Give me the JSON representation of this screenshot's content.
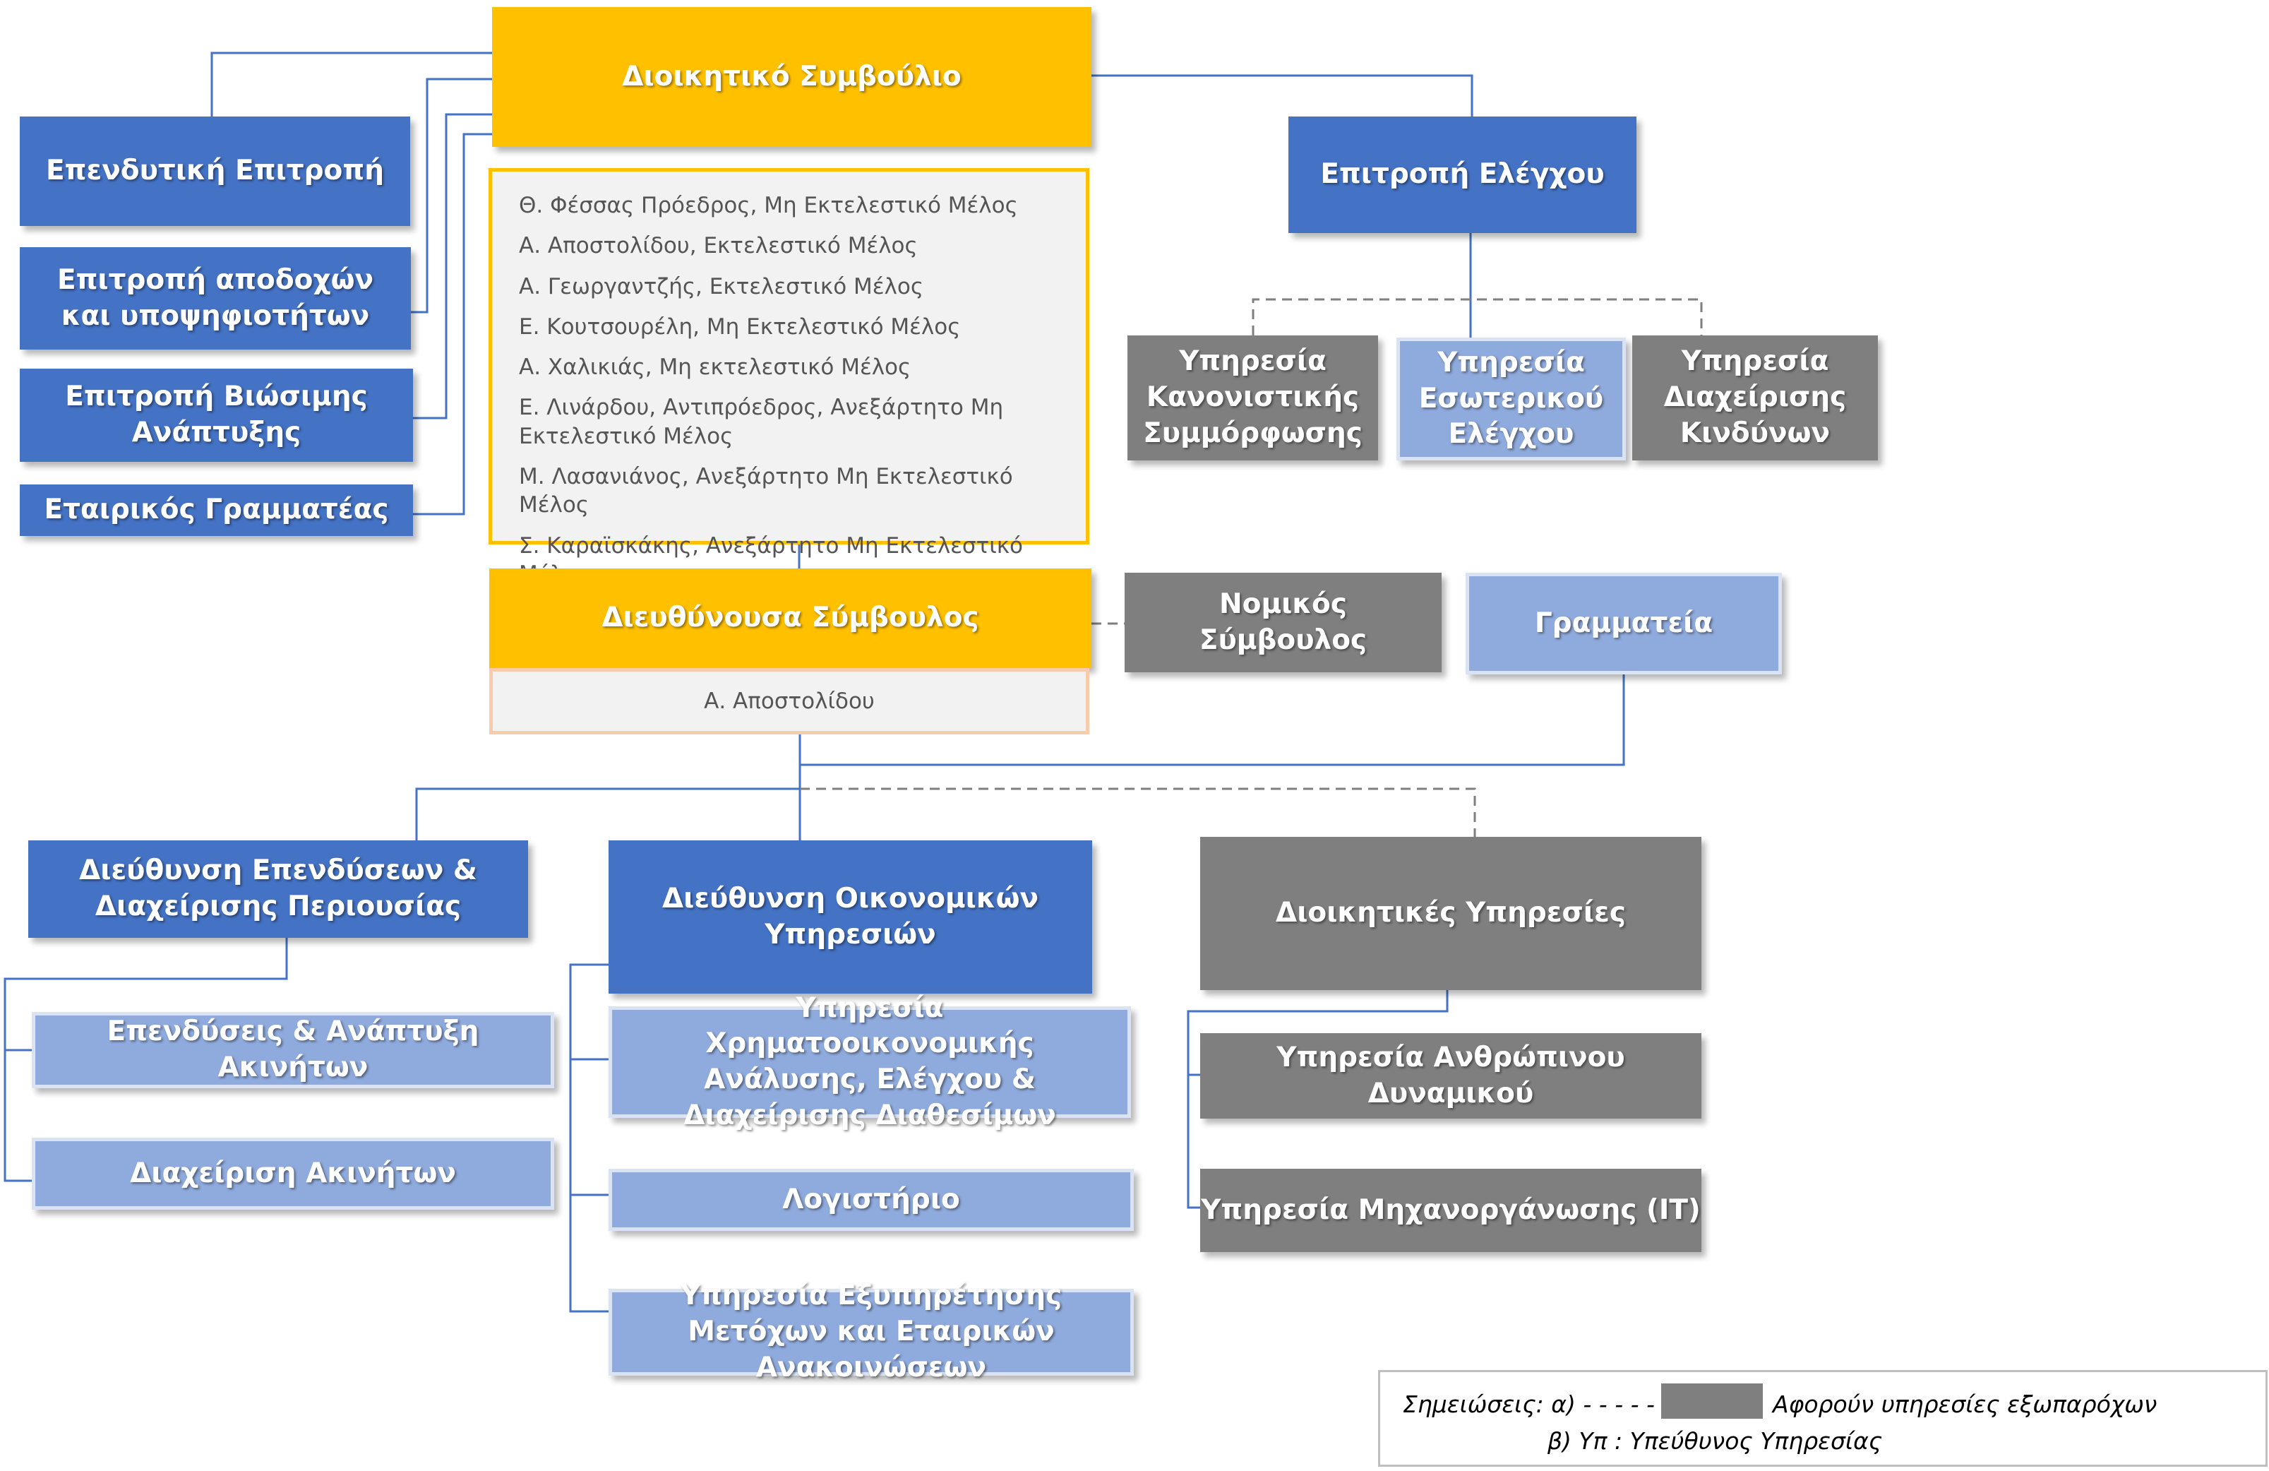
{
  "board": {
    "title": "Διοικητικό Συμβούλιο",
    "members": [
      "Θ. Φέσσας Πρόεδρος, Μη Εκτελεστικό Μέλος",
      "Α. Αποστολίδου, Εκτελεστικό Μέλος",
      "Α. Γεωργαντζής, Εκτελεστικό Μέλος",
      "Ε. Κουτσουρέλη, Μη Εκτελεστικό Μέλος",
      "Α. Χαλικιάς, Μη εκτελεστικό Μέλος",
      "Ε. Λινάρδου, Αντιπρόεδρος, Ανεξάρτητο Μη Εκτελεστικό Μέλος",
      "Μ. Λασανιάνος, Ανεξάρτητο Μη Εκτελεστικό Μέλος",
      "Σ. Καραϊσκάκης, Ανεξάρτητο Μη Εκτελεστικό Μέλος"
    ]
  },
  "committees": {
    "investment": "Επενδυτική Επιτροπή",
    "remuneration": "Επιτροπή αποδοχών και υποψηφιοτήτων",
    "sustainability": "Επιτροπή Βιώσιμης Ανάπτυξης",
    "secretary": "Εταιρικός Γραμματέας"
  },
  "audit": {
    "title": "Επιτροπή Ελέγχου",
    "compliance": "Υπηρεσία Κανονιστικής Συμμόρφωσης",
    "internal_audit": "Υπηρεσία Εσωτερικού Ελέγχου",
    "risk": "Υπηρεσία Διαχείρισης Κινδύνων"
  },
  "ceo": {
    "title": "Διευθύνουσα Σύμβουλος",
    "name": "Α. Αποστολίδου"
  },
  "legal": "Νομικός Σύμβουλος",
  "secretariat": "Γραμματεία",
  "investments_dept": {
    "title": "Διεύθυνση Επενδύσεων & Διαχείρισης Περιουσίας",
    "units": [
      "Επενδύσεις & Ανάπτυξη Ακινήτων",
      "Διαχείριση Ακινήτων"
    ]
  },
  "finance_dept": {
    "title": "Διεύθυνση Οικονομικών Υπηρεσιών",
    "units": [
      "Υπηρεσία Χρηματοοικονομικής Ανάλυσης, Ελέγχου & Διαχείρισης Διαθεσίμων",
      "Λογιστήριο",
      "Υπηρεσία Εξυπηρέτησης Μετόχων και Εταιρικών Ανακοινώσεων"
    ]
  },
  "admin_dept": {
    "title": "Διοικητικές Υπηρεσίες",
    "units": [
      "Υπηρεσία Ανθρώπινου Δυναμικού",
      "Υπηρεσία Μηχανοργάνωσης (IT)"
    ]
  },
  "notes": {
    "line1": "Σημειώσεις: α) - - - - -",
    "outsourced": "Αφορούν υπηρεσίες εξωπαρόχων",
    "line2": "β) Υπ : Υπεύθυνος Υπηρεσίας"
  },
  "colors": {
    "board_gold": "#ffc000",
    "dark_blue": "#4472c4",
    "light_blue": "#8faadc",
    "outsourced_grey": "#7f7f7f"
  }
}
